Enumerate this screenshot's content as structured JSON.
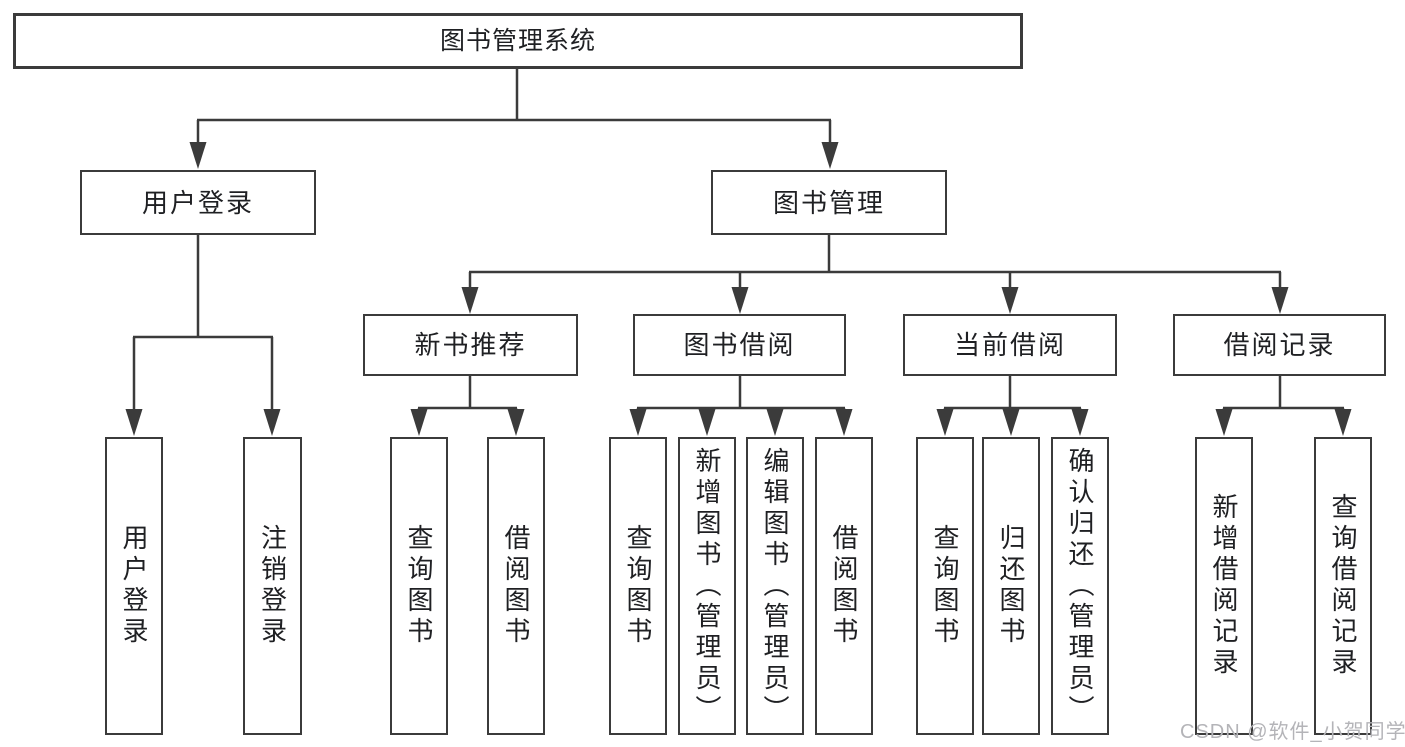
{
  "diagram": {
    "root": {
      "label": "图书管理系统"
    },
    "branches": [
      {
        "label": "用户登录",
        "children": [
          {
            "label": "用户登录"
          },
          {
            "label": "注销登录"
          }
        ]
      },
      {
        "label": "图书管理",
        "groups": [
          {
            "label": "新书推荐",
            "children": [
              {
                "label": "查询图书"
              },
              {
                "label": "借阅图书"
              }
            ]
          },
          {
            "label": "图书借阅",
            "children": [
              {
                "label": "查询图书"
              },
              {
                "label": "新增图书（管理员）"
              },
              {
                "label": "编辑图书（管理员）"
              },
              {
                "label": "借阅图书"
              }
            ]
          },
          {
            "label": "当前借阅",
            "children": [
              {
                "label": "查询图书"
              },
              {
                "label": "归还图书"
              },
              {
                "label": "确认归还（管理员）"
              }
            ]
          },
          {
            "label": "借阅记录",
            "children": [
              {
                "label": "新增借阅记录"
              },
              {
                "label": "查询借阅记录"
              }
            ]
          }
        ]
      }
    ]
  },
  "watermark": {
    "text": "CSDN @软件_小贺同学"
  },
  "colors": {
    "line": "#3b3b3b",
    "text": "#1f2023",
    "watermark": "#b4b4b8",
    "background": "#ffffff"
  }
}
